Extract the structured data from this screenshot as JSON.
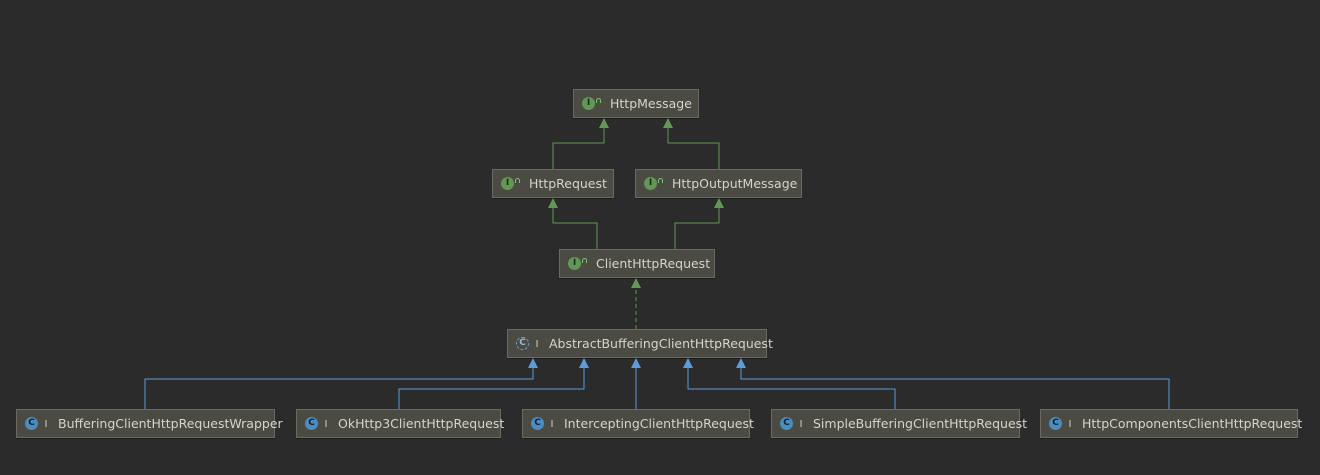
{
  "diagram": {
    "nodes": [
      {
        "id": "HttpMessage",
        "label": "HttpMessage",
        "kind": "interface",
        "kind_glyph": "I",
        "visibility": "public"
      },
      {
        "id": "HttpRequest",
        "label": "HttpRequest",
        "kind": "interface",
        "kind_glyph": "I",
        "visibility": "public"
      },
      {
        "id": "HttpOutputMessage",
        "label": "HttpOutputMessage",
        "kind": "interface",
        "kind_glyph": "I",
        "visibility": "public"
      },
      {
        "id": "ClientHttpRequest",
        "label": "ClientHttpRequest",
        "kind": "interface",
        "kind_glyph": "I",
        "visibility": "public"
      },
      {
        "id": "AbstractBufferingClientHttpRequest",
        "label": "AbstractBufferingClientHttpRequest",
        "kind": "abstract-class",
        "kind_glyph": "C",
        "visibility": "package"
      },
      {
        "id": "BufferingClientHttpRequestWrapper",
        "label": "BufferingClientHttpRequestWrapper",
        "kind": "class",
        "kind_glyph": "C",
        "visibility": "package"
      },
      {
        "id": "OkHttp3ClientHttpRequest",
        "label": "OkHttp3ClientHttpRequest",
        "kind": "class",
        "kind_glyph": "C",
        "visibility": "package"
      },
      {
        "id": "InterceptingClientHttpRequest",
        "label": "InterceptingClientHttpRequest",
        "kind": "class",
        "kind_glyph": "C",
        "visibility": "package"
      },
      {
        "id": "SimpleBufferingClientHttpRequest",
        "label": "SimpleBufferingClientHttpRequest",
        "kind": "class",
        "kind_glyph": "C",
        "visibility": "package"
      },
      {
        "id": "HttpComponentsClientHttpRequest",
        "label": "HttpComponentsClientHttpRequest",
        "kind": "class",
        "kind_glyph": "C",
        "visibility": "package"
      }
    ],
    "edges": [
      {
        "from": "HttpRequest",
        "to": "HttpMessage",
        "type": "extends-interface"
      },
      {
        "from": "HttpOutputMessage",
        "to": "HttpMessage",
        "type": "extends-interface"
      },
      {
        "from": "ClientHttpRequest",
        "to": "HttpRequest",
        "type": "extends-interface"
      },
      {
        "from": "ClientHttpRequest",
        "to": "HttpOutputMessage",
        "type": "extends-interface"
      },
      {
        "from": "AbstractBufferingClientHttpRequest",
        "to": "ClientHttpRequest",
        "type": "implements"
      },
      {
        "from": "BufferingClientHttpRequestWrapper",
        "to": "AbstractBufferingClientHttpRequest",
        "type": "extends-class"
      },
      {
        "from": "OkHttp3ClientHttpRequest",
        "to": "AbstractBufferingClientHttpRequest",
        "type": "extends-class"
      },
      {
        "from": "InterceptingClientHttpRequest",
        "to": "AbstractBufferingClientHttpRequest",
        "type": "extends-class"
      },
      {
        "from": "SimpleBufferingClientHttpRequest",
        "to": "AbstractBufferingClientHttpRequest",
        "type": "extends-class"
      },
      {
        "from": "HttpComponentsClientHttpRequest",
        "to": "AbstractBufferingClientHttpRequest",
        "type": "extends-class"
      }
    ],
    "colors": {
      "background": "#2b2b2b",
      "node_fill": "#4b4a43",
      "node_border": "#6b6a60",
      "interface_edge": "#629755",
      "class_edge": "#5d9bd9",
      "implements_edge": "#629755"
    }
  }
}
